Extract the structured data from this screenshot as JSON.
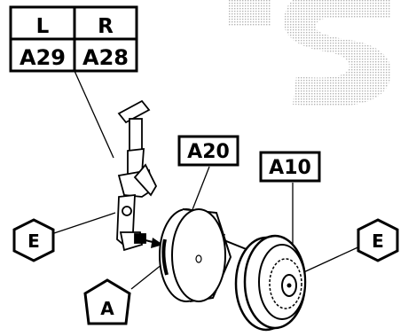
{
  "part_table": {
    "header": {
      "left": "L",
      "right": "R"
    },
    "values": {
      "left": "A29",
      "right": "A28"
    }
  },
  "callouts": {
    "rotor": "A20",
    "wheel": "A10"
  },
  "hex_tags": {
    "strut": "E",
    "wheel": "E"
  },
  "hub_tag": "A",
  "colors": {
    "ink": "#000000",
    "paper": "#ffffff",
    "screen_tone": "#c8c8c8"
  }
}
